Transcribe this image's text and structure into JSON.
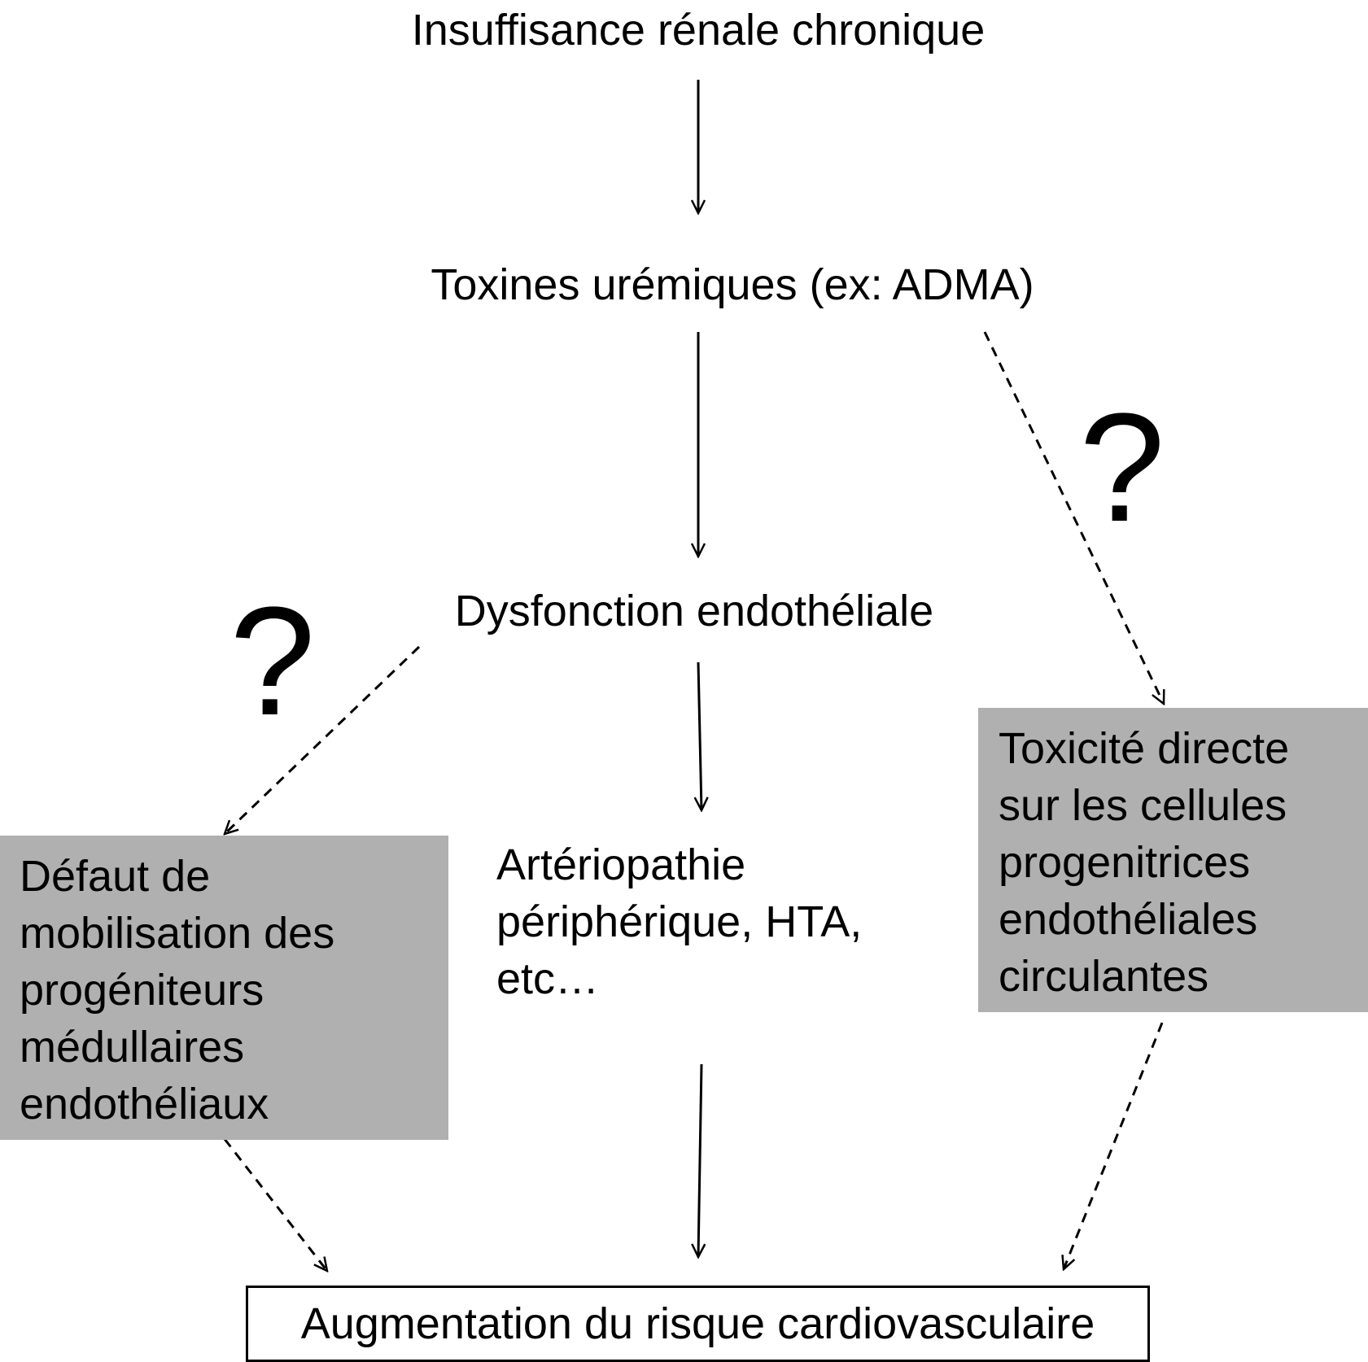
{
  "nodes": {
    "ckd": "Insuffisance rénale chronique",
    "toxins": "Toxines urémiques (ex: ADMA)",
    "endothelial_dysfunction": "Dysfonction endothéliale",
    "arteriopathy": [
      "Artériopathie",
      "périphérique, HTA,",
      "etc…"
    ],
    "mobilisation_defect": [
      "Défaut de",
      "mobilisation des",
      "progéniteurs",
      "médullaires",
      "endothéliaux"
    ],
    "direct_toxicity": [
      "Toxicité directe",
      "sur les cellules",
      "progenitrices",
      "endothéliales",
      "circulantes"
    ],
    "cv_risk": "Augmentation du risque cardiovasculaire"
  },
  "question_marks": {
    "left": "?",
    "right": "?"
  },
  "colors": {
    "grey_box": "#b0b0b0",
    "arrow": "#000000"
  }
}
